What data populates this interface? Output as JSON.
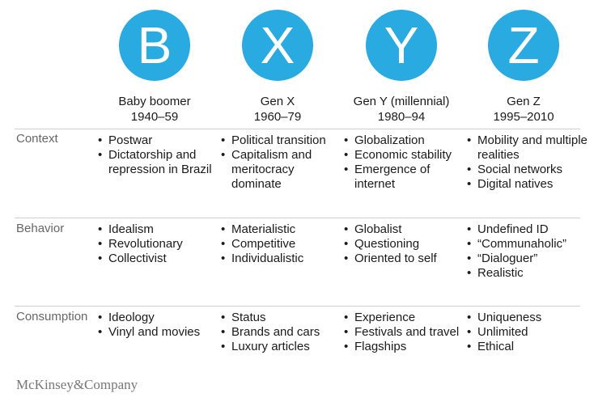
{
  "accent_color": "#29aae1",
  "generations": [
    {
      "letter": "B",
      "name": "Baby boomer",
      "years": "1940–59"
    },
    {
      "letter": "X",
      "name": "Gen X",
      "years": "1960–79"
    },
    {
      "letter": "Y",
      "name": "Gen Y (millennial)",
      "years": "1980–94"
    },
    {
      "letter": "Z",
      "name": "Gen Z",
      "years": "1995–2010"
    }
  ],
  "rows": [
    {
      "label": "Context",
      "cells": [
        [
          "Postwar",
          "Dictatorship and repression in Brazil"
        ],
        [
          "Political transition",
          "Capitalism and meritocracy dominate"
        ],
        [
          "Globalization",
          "Economic stability",
          "Emergence of internet"
        ],
        [
          "Mobility and multiple realities",
          "Social networks",
          "Digital natives"
        ]
      ]
    },
    {
      "label": "Behavior",
      "cells": [
        [
          "Idealism",
          "Revolutionary",
          "Collectivist"
        ],
        [
          "Materialistic",
          "Competitive",
          "Individualistic"
        ],
        [
          "Globalist",
          "Questioning",
          "Oriented to self"
        ],
        [
          "Undefined ID",
          "“Communaholic”",
          "“Dialoguer”",
          "Realistic"
        ]
      ]
    },
    {
      "label": "Consumption",
      "cells": [
        [
          "Ideology",
          "Vinyl and movies"
        ],
        [
          "Status",
          "Brands and cars",
          "Luxury articles"
        ],
        [
          "Experience",
          "Festivals and travel",
          "Flagships"
        ],
        [
          "Uniqueness",
          "Unlimited",
          "Ethical"
        ]
      ]
    }
  ],
  "brand": "McKinsey&Company"
}
